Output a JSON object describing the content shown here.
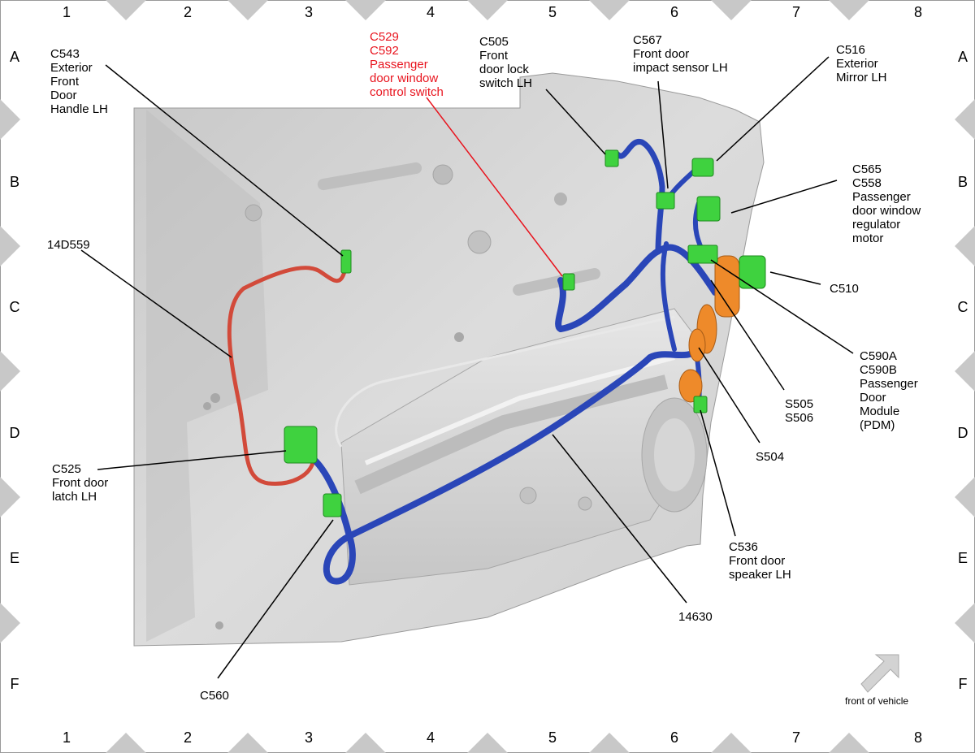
{
  "grid": {
    "columns": [
      "1",
      "2",
      "3",
      "4",
      "5",
      "6",
      "7",
      "8"
    ],
    "rows": [
      "A",
      "B",
      "C",
      "D",
      "E",
      "F"
    ]
  },
  "labels": {
    "c543": "C543\nExterior\nFront\nDoor\nHandle LH",
    "c529": "C529\nC592\nPassenger\ndoor window\ncontrol switch",
    "c505": "C505\nFront\ndoor lock\nswitch LH",
    "c567": "C567\nFront door\nimpact sensor LH",
    "c516": "C516\nExterior\nMirror LH",
    "c565": "C565\nC558\nPassenger\ndoor window\nregulator\nmotor",
    "h14d559": "14D559",
    "c510": "C510",
    "c590": "C590A\nC590B\nPassenger\nDoor\nModule\n(PDM)",
    "s505": "S505\nS506",
    "s504": "S504",
    "c525": "C525\nFront door\nlatch LH",
    "c536": "C536\nFront door\nspeaker LH",
    "h14630": "14630",
    "c560": "C560",
    "front_of_vehicle": "front of vehicle"
  },
  "colors": {
    "harness_main": "#2a46b8",
    "harness_secondary": "#d24a3a",
    "connector": "#3fd23f",
    "module": "#ee8a2a",
    "callout_highlight": "#e8141e",
    "door_panel": "#d2d2d2"
  },
  "icons": {
    "front_arrow": "diagonal-arrow-icon"
  }
}
